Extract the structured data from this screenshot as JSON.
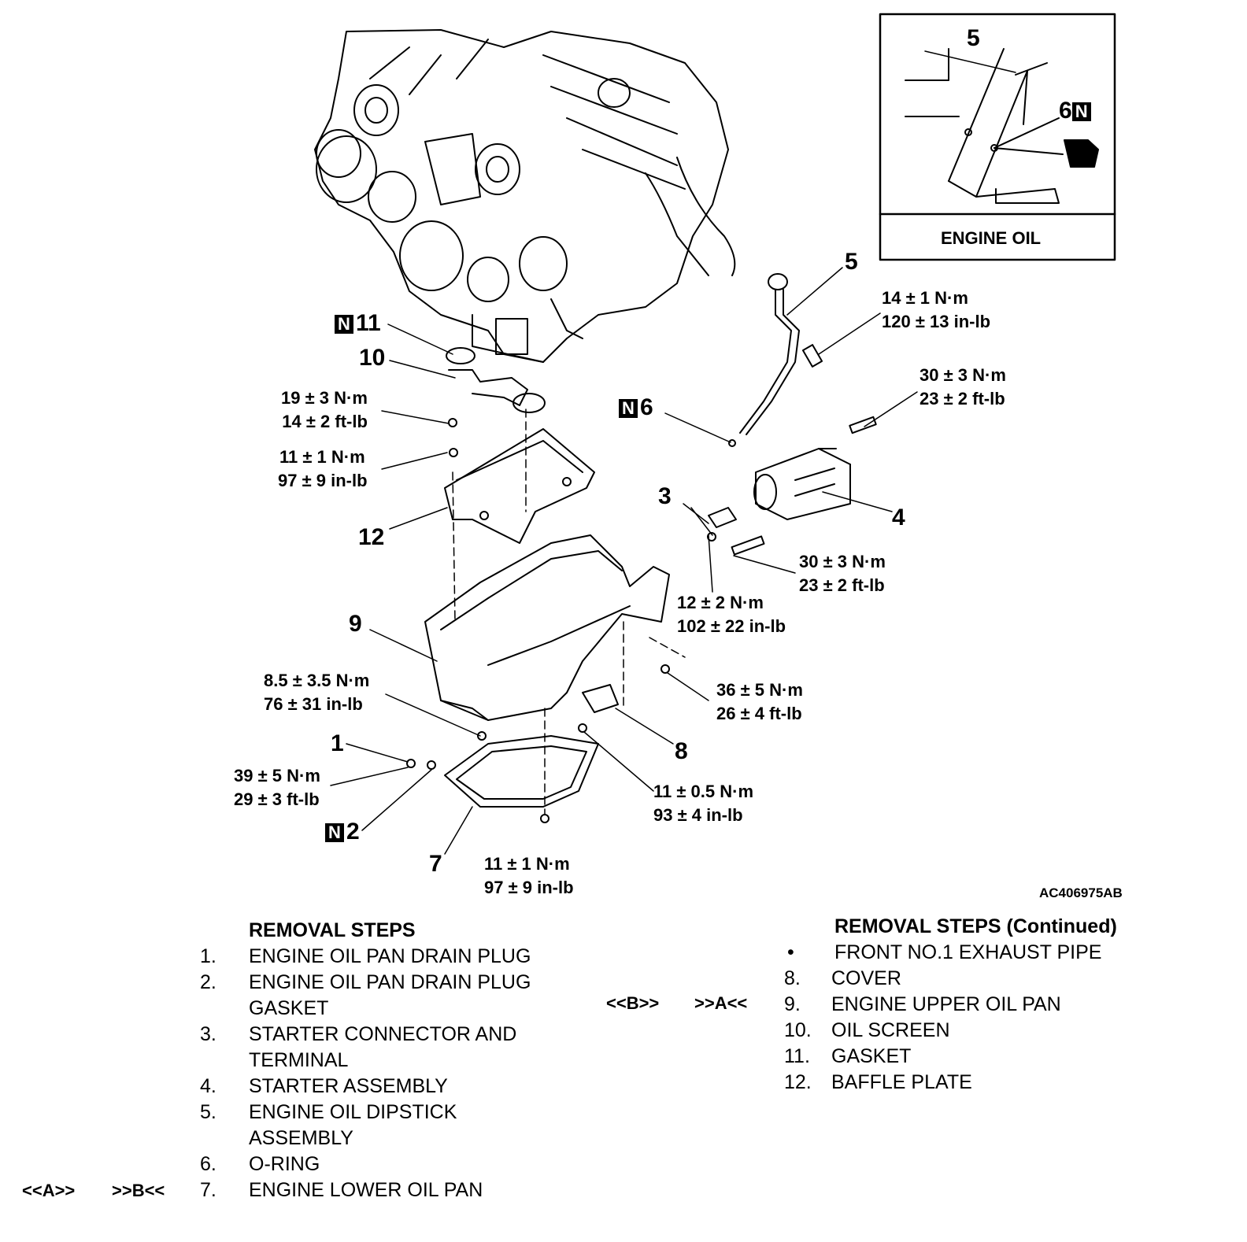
{
  "inset": {
    "title": "ENGINE OIL",
    "part5": "5",
    "part6": "6",
    "n_mark": "N"
  },
  "callouts": {
    "n_mark": "N",
    "p1": "1",
    "p2": "2",
    "p3": "3",
    "p4": "4",
    "p5": "5",
    "p6": "6",
    "p7": "7",
    "p8": "8",
    "p9": "9",
    "p10": "10",
    "p11": "11",
    "p12": "12"
  },
  "torques": {
    "t_dipstick": [
      "14 ± 1 N·m",
      "120 ± 13 in-lb"
    ],
    "t_starter_upper": [
      "30 ± 3 N·m",
      "23 ± 2 ft-lb"
    ],
    "t_screen": [
      "19 ± 3 N·m",
      "14 ± 2 ft-lb"
    ],
    "t_baffle": [
      "11 ± 1 N·m",
      "97 ± 9 in-lb"
    ],
    "t_starter_lower": [
      "30 ± 3 N·m",
      "23 ± 2 ft-lb"
    ],
    "t_terminal": [
      "12 ± 2 N·m",
      "102 ± 22 in-lb"
    ],
    "t_upper_pan": [
      "8.5 ± 3.5 N·m",
      "76 ± 31 in-lb"
    ],
    "t_pan_side": [
      "36 ± 5 N·m",
      "26 ± 4 ft-lb"
    ],
    "t_drain": [
      "39 ± 5 N·m",
      "29 ± 3 ft-lb"
    ],
    "t_cover": [
      "11 ± 0.5 N·m",
      "93 ± 4 in-lb"
    ],
    "t_lower_pan": [
      "11 ± 1 N·m",
      "97 ± 9 in-lb"
    ]
  },
  "figure_code": "AC406975AB",
  "removal_steps": {
    "title": "REMOVAL STEPS",
    "items": [
      {
        "num": "1.",
        "label": "ENGINE OIL PAN DRAIN PLUG"
      },
      {
        "num": "2.",
        "label": "ENGINE OIL PAN DRAIN PLUG"
      },
      {
        "num": "",
        "label": "GASKET"
      },
      {
        "num": "3.",
        "label": "STARTER CONNECTOR AND"
      },
      {
        "num": "",
        "label": "TERMINAL"
      },
      {
        "num": "4.",
        "label": "STARTER ASSEMBLY"
      },
      {
        "num": "5.",
        "label": "ENGINE OIL DIPSTICK"
      },
      {
        "num": "",
        "label": "ASSEMBLY"
      },
      {
        "num": "6.",
        "label": "O-RING"
      },
      {
        "num": "7.",
        "label": "ENGINE LOWER OIL PAN"
      }
    ],
    "ref_step7_removal": "<<A>>",
    "ref_step7_install": ">>B<<"
  },
  "removal_steps_continued": {
    "title": "REMOVAL STEPS (Continued)",
    "items": [
      {
        "num": "•",
        "label": "FRONT NO.1 EXHAUST PIPE"
      },
      {
        "num": "8.",
        "label": "COVER"
      },
      {
        "num": "9.",
        "label": "ENGINE UPPER OIL PAN"
      },
      {
        "num": "10.",
        "label": "OIL SCREEN"
      },
      {
        "num": "11.",
        "label": "GASKET"
      },
      {
        "num": "12.",
        "label": "BAFFLE PLATE"
      }
    ],
    "ref_step9_removal": "<<B>>",
    "ref_step9_install": ">>A<<"
  }
}
